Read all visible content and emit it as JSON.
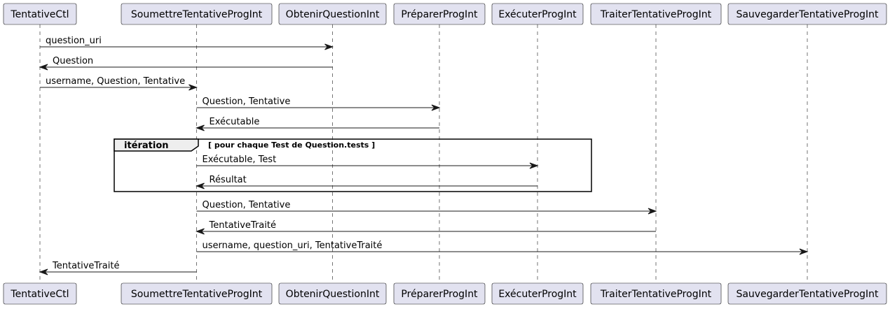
{
  "participants": [
    {
      "id": "tentativectl",
      "label": "TentativeCtl"
    },
    {
      "id": "soumettre",
      "label": "SoumettreTentativeProgInt"
    },
    {
      "id": "obtenir",
      "label": "ObtenirQuestionInt"
    },
    {
      "id": "preparer",
      "label": "PréparerProgInt"
    },
    {
      "id": "executer",
      "label": "ExécuterProgInt"
    },
    {
      "id": "traiter",
      "label": "TraiterTentativeProgInt"
    },
    {
      "id": "sauvegarder",
      "label": "SauvegarderTentativeProgInt"
    }
  ],
  "messages": [
    {
      "from": "tentativectl",
      "to": "obtenir",
      "label": "question_uri"
    },
    {
      "from": "obtenir",
      "to": "tentativectl",
      "label": "Question"
    },
    {
      "from": "tentativectl",
      "to": "soumettre",
      "label": "username, Question, Tentative"
    },
    {
      "from": "soumettre",
      "to": "preparer",
      "label": "Question, Tentative"
    },
    {
      "from": "preparer",
      "to": "soumettre",
      "label": "Exécutable"
    },
    {
      "from": "soumettre",
      "to": "executer",
      "label": "Exécutable, Test"
    },
    {
      "from": "executer",
      "to": "soumettre",
      "label": "Résultat"
    },
    {
      "from": "soumettre",
      "to": "traiter",
      "label": "Question, Tentative"
    },
    {
      "from": "traiter",
      "to": "soumettre",
      "label": "TentativeTraité"
    },
    {
      "from": "soumettre",
      "to": "sauvegarder",
      "label": "username, question_uri, TentativeTraité"
    },
    {
      "from": "soumettre",
      "to": "tentativectl",
      "label": "TentativeTraité"
    }
  ],
  "loop_frame": {
    "title": "itération",
    "guard": "[ pour chaque Test de Question.tests ]"
  }
}
